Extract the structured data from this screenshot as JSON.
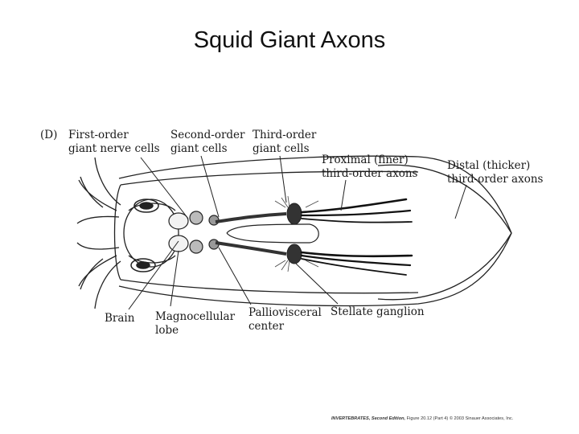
{
  "slide": {
    "title": "Squid Giant Axons"
  },
  "figure": {
    "panel_label": "(D)",
    "labels": {
      "first_order_1": "First-order",
      "first_order_2": "giant nerve cells",
      "second_order_1": "Second-order",
      "second_order_2": "giant cells",
      "third_order_1": "Third-order",
      "third_order_2": "giant cells",
      "proximal_1": "Proximal (finer)",
      "proximal_2": "third-order axons",
      "distal_1": "Distal (thicker)",
      "distal_2": "third-order axons",
      "brain": "Brain",
      "magnocellular_1": "Magnocellular",
      "magnocellular_2": "lobe",
      "palliovisceral_1": "Palliovisceral",
      "palliovisceral_2": "center",
      "stellate": "Stellate ganglion"
    }
  },
  "credit": {
    "book": "INVERTEBRATES, Second Edition,",
    "rest": "Figure 20.12 (Part 4)  © 2003 Sinauer Associates, Inc."
  }
}
